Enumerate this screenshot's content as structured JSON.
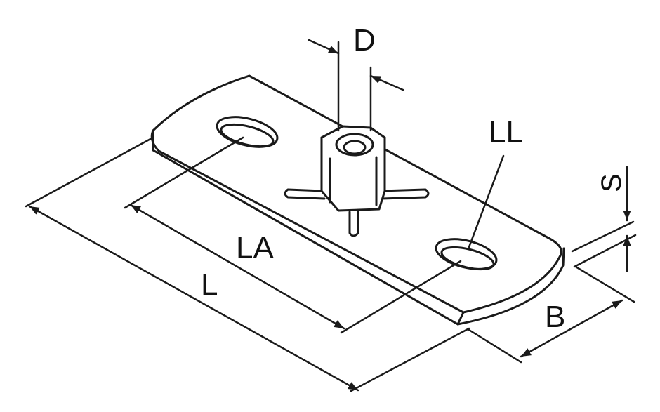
{
  "labels": {
    "d": "D",
    "ll": "LL",
    "s": "S",
    "la": "LA",
    "l": "L",
    "b": "B"
  },
  "colors": {
    "line": "#1a1a1a",
    "background": "#ffffff"
  }
}
